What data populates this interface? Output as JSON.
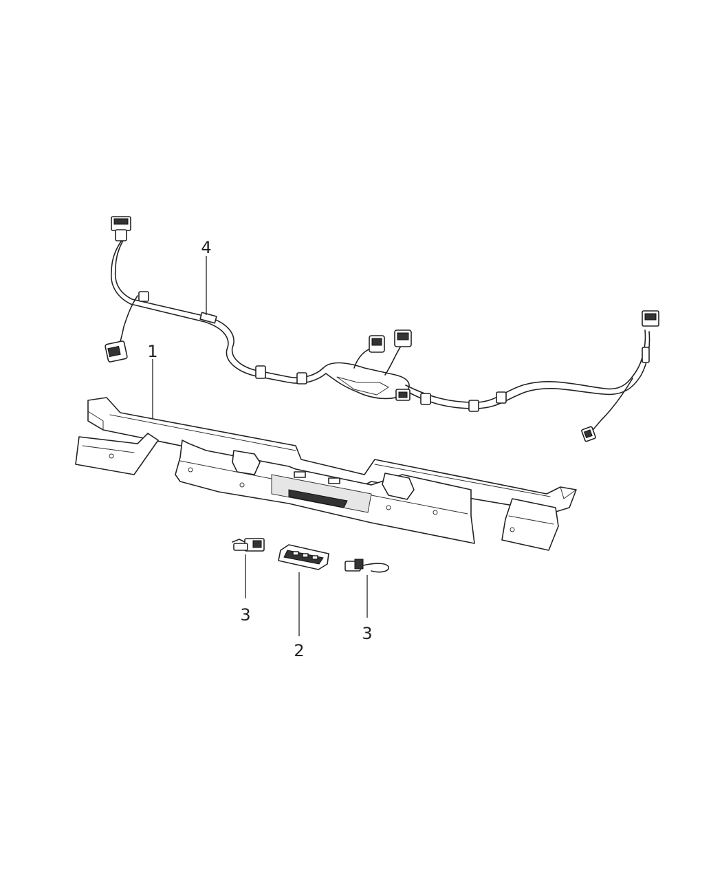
{
  "callouts": [
    {
      "id": "c1",
      "label": "1",
      "part": "trim-panel"
    },
    {
      "id": "c2",
      "label": "2",
      "part": "light-switch"
    },
    {
      "id": "c3a",
      "label": "3",
      "part": "sensor-left"
    },
    {
      "id": "c3b",
      "label": "3",
      "part": "sensor-right"
    },
    {
      "id": "c4",
      "label": "4",
      "part": "wiring-harness"
    }
  ]
}
